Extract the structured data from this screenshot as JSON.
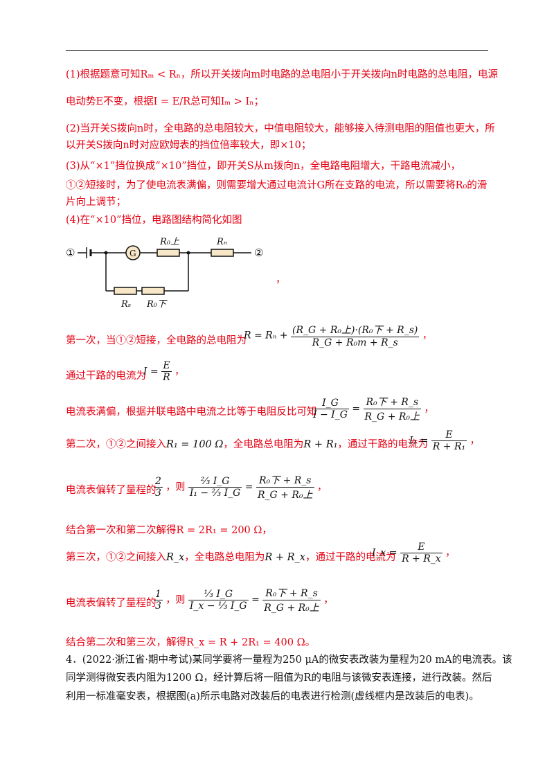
{
  "lines": {
    "p1a": "(1)根据题意可知Rₘ < Rₙ，所以开关拨向m时电路的总电阻小于开关拨向n时电路的总电阻，电源",
    "p1b": "电动势E不变，根据I = E/R总可知Iₘ > Iₙ；",
    "p2a": "(2)当开关S拨向n时，全电路的总电阻较大，中值电阻较大，能够接入待测电阻的阻值也更大，所",
    "p2b": "以开关S拨向n时对应欧姆表的挡位倍率较大，即×10；",
    "p3a": "(3)从“×1”挡位换成“×10”挡位，即开关S从m拨向n，全电路电阻增大，干路电流减小，",
    "p3b": "①②短接时，为了使电流表满偏，则需要增大通过电流计G所在支路的电流，所以需要将R₀的滑",
    "p3c": "片向上调节；",
    "p4": "(4)在“×10”挡位，电路图结构简化如图",
    "comma_after_fig": "，",
    "s1_label": "第一次，当①②短接，全电路的总电阻为",
    "s1_formula_lhs": "R = Rₙ +",
    "s1_num": "(R_G + R₀上)·(R₀下 + R_s)",
    "s1_den": "R_G + R₀m + R_s",
    "s1_tail": "，",
    "s2_label": "通过干路的电流为",
    "s2_lhs": "I =",
    "s2_num": "E",
    "s2_den": "R",
    "s2_tail": "，",
    "s3_label": "电流表满偏，根据并联电路中电流之比等于电阻反比可知",
    "s3_num1": "I_G",
    "s3_den1": "I − I_G",
    "s3_eq": "=",
    "s3_num2": "R₀下 + R_s",
    "s3_den2": "R_G + R₀上",
    "s3_tail": "，",
    "s4_label1": "第二次，①②之间接入",
    "s4_val": "R₁ = 100 Ω",
    "s4_label2": "，全电路总电阻为",
    "s4_total": "R + R₁",
    "s4_label3": "，通过干路的电流为",
    "s4_lhs": "I₁ =",
    "s4_num": "E",
    "s4_den": "R + R₁",
    "s4_tail": "，",
    "s5_label": "电流表偏转了量程的",
    "s5_frac_num": "2",
    "s5_frac_den": "3",
    "s5_mid": "，则",
    "s5_num1": "⅔ I_G",
    "s5_den1": "I₁ − ⅔ I_G",
    "s5_num2": "R₀下 + R_s",
    "s5_den2": "R_G + R₀上",
    "s5_tail": "，",
    "s6": "结合第一次和第二次解得R = 2R₁ = 200 Ω，",
    "s7_label1": "第三次，①②之间接入",
    "s7_rx": "R_x",
    "s7_label2": "，全电路总电阻为",
    "s7_total": "R + R_x",
    "s7_label3": "，通过干路的电流为",
    "s7_lhs": "I_x =",
    "s7_num": "E",
    "s7_den": "R + R_x",
    "s7_tail": "，",
    "s8_label": "电流表偏转了量程的",
    "s8_frac_num": "1",
    "s8_frac_den": "3",
    "s8_mid": "，则",
    "s8_num1": "⅓ I_G",
    "s8_den1": "I_x − ⅓ I_G",
    "s8_num2": "R₀下 + R_s",
    "s8_den2": "R_G + R₀上",
    "s8_tail": "，",
    "s9": "结合第二次和第三次，解得R_x = R + 2R₁ = 400 Ω。",
    "q4a": "4．(2022·浙江省·期中考试)某同学要将一量程为250 μA的微安表改装为量程为20 mA的电流表。该",
    "q4b": "同学测得微安表内阻为1200 Ω，经计算后将一阻值为R的电阻与该微安表连接，进行改装。然后",
    "q4c": "利用一标准毫安表，根据图(a)所示电路对改装后的电表进行检测(虚线框内是改装后的电表)。"
  },
  "circuit": {
    "terminal_left": "①",
    "terminal_right": "②",
    "galvanometer": "G",
    "r0_up": "R₀上",
    "rn": "Rₙ",
    "rs": "Rₛ",
    "r0_down": "R₀下"
  },
  "colors": {
    "answer": "#e60012",
    "text": "#111111"
  }
}
